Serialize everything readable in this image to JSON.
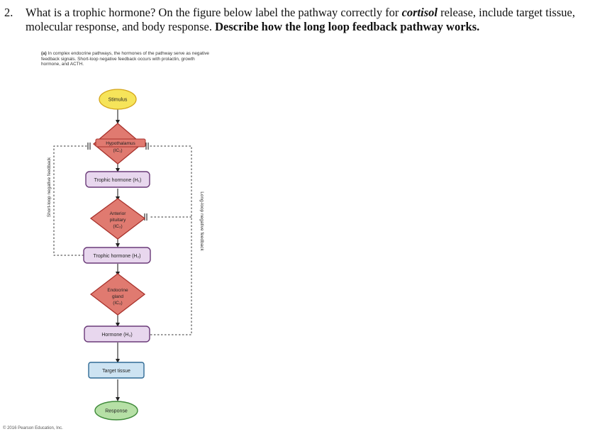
{
  "question": {
    "number": "2.",
    "text_before": "What is a trophic hormone? On the figure below label the pathway correctly for ",
    "text_emph": "cortisol",
    "text_mid": " release, include target tissue, molecular response, and body response. ",
    "text_bold": "Describe how the long loop feedback pathway works."
  },
  "figure": {
    "caption_tag": "(a)",
    "caption_text": " In complex endocrine pathways, the hormones of the pathway serve as negative feedback signals. Short-loop negative feedback occurs with prolactin, growth hormone, and ACTH.",
    "stimulus": "Stimulus",
    "hypothalamus": [
      "Hypothalamus",
      "(IC₁)"
    ],
    "trophic_h1": "Trophic hormone (H₁)",
    "anterior_pituitary": [
      "Anterior",
      "pituitary",
      "(IC₂)"
    ],
    "trophic_h2": "Trophic hormone (H₂)",
    "endocrine_gland": [
      "Endocrine",
      "gland",
      "(IC₃)"
    ],
    "hormone_h3": "Hormone (H₃)",
    "target_tissue": "Target tissue",
    "response": "Response",
    "short_loop_label": "Short-loop negative feedback",
    "long_loop_label": "Long-loop negative feedback",
    "colors": {
      "stimulus_fill": "#f6e45a",
      "stimulus_stroke": "#d4a51a",
      "integrator_fill": "#e07a70",
      "integrator_stroke": "#a8322c",
      "hormone_fill": "#e8d7ee",
      "hormone_stroke": "#6a3a78",
      "target_fill": "#cde3f2",
      "target_stroke": "#2f6a95",
      "response_fill": "#b6e0a6",
      "response_stroke": "#3f8a3a"
    }
  },
  "footer": "© 2016 Pearson Education, Inc."
}
